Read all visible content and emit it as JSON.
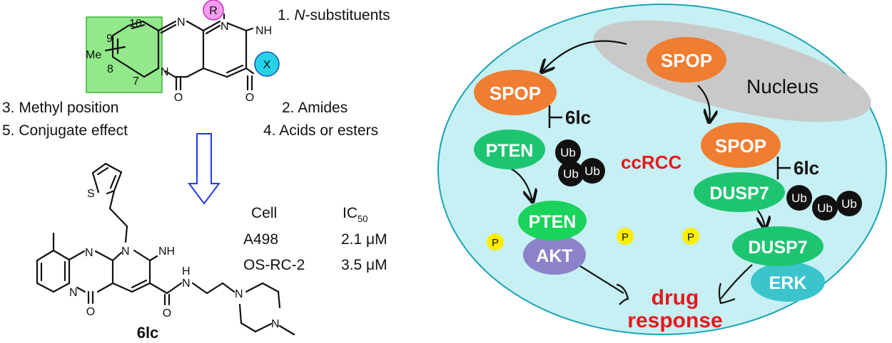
{
  "colors": {
    "cell": "#c6f0f3",
    "cell_stroke": "#1aa3b5",
    "nucleus": "#c9c9c9",
    "spop": "#ef7d32",
    "green": "#1ec571",
    "pten_green": "#19d35a",
    "akt": "#8c82c9",
    "erk": "#3cc4cc",
    "ub": "#111111",
    "phospho": "#ffee00",
    "red_text": "#e8171c",
    "box_green": "#92e88a",
    "r_pink": "#f49cf0",
    "x_cyan": "#27d2e8",
    "arrow_blue": "#1f3de0"
  },
  "chem": {
    "r_label": "R",
    "x_label": "X",
    "nh_top": "NH",
    "n1": "N",
    "n2": "N",
    "n_ring": "N",
    "o_label": "O",
    "o_amide": "O",
    "me": "Me",
    "num_10": "10",
    "num_9": "9",
    "num_8": "8",
    "num_7": "7",
    "mod_1_num": "1.",
    "mod_1_italic": "N",
    "mod_1_text": "-substituents",
    "mod_2": "2. Amides",
    "mod_3": "3. Methyl position",
    "mod_4": "4. Acids or esters",
    "mod_5": "5. Conjugate effect",
    "s_label": "S",
    "nh_bottom": "NH",
    "n_b1": "N",
    "n_b2": "N",
    "n_b3": "N",
    "nh_amide": "N",
    "h_amide": "H",
    "n_pip1": "N",
    "n_pip2": "N",
    "o_b1": "O",
    "o_b2": "O",
    "compound": "6lc"
  },
  "table": {
    "col1": "Cell",
    "col2_main": "IC",
    "col2_sub": "50",
    "rows": [
      {
        "cell": "A498",
        "ic50": "2.1 μM"
      },
      {
        "cell": "OS-RC-2",
        "ic50": "3.5 μM"
      }
    ]
  },
  "pathway": {
    "nucleus": "Nucleus",
    "spop_nuc": "SPOP",
    "spop_left": "SPOP",
    "spop_right": "SPOP",
    "inhibitor_left": "6lc",
    "inhibitor_right": "6lc",
    "pten1": "PTEN",
    "pten2": "PTEN",
    "akt": "AKT",
    "dusp7_1": "DUSP7",
    "dusp7_2": "DUSP7",
    "erk": "ERK",
    "ccrcc": "ccRCC",
    "ub": "Ub",
    "p": "P",
    "drug_line1": "drug",
    "drug_line2": "response"
  }
}
